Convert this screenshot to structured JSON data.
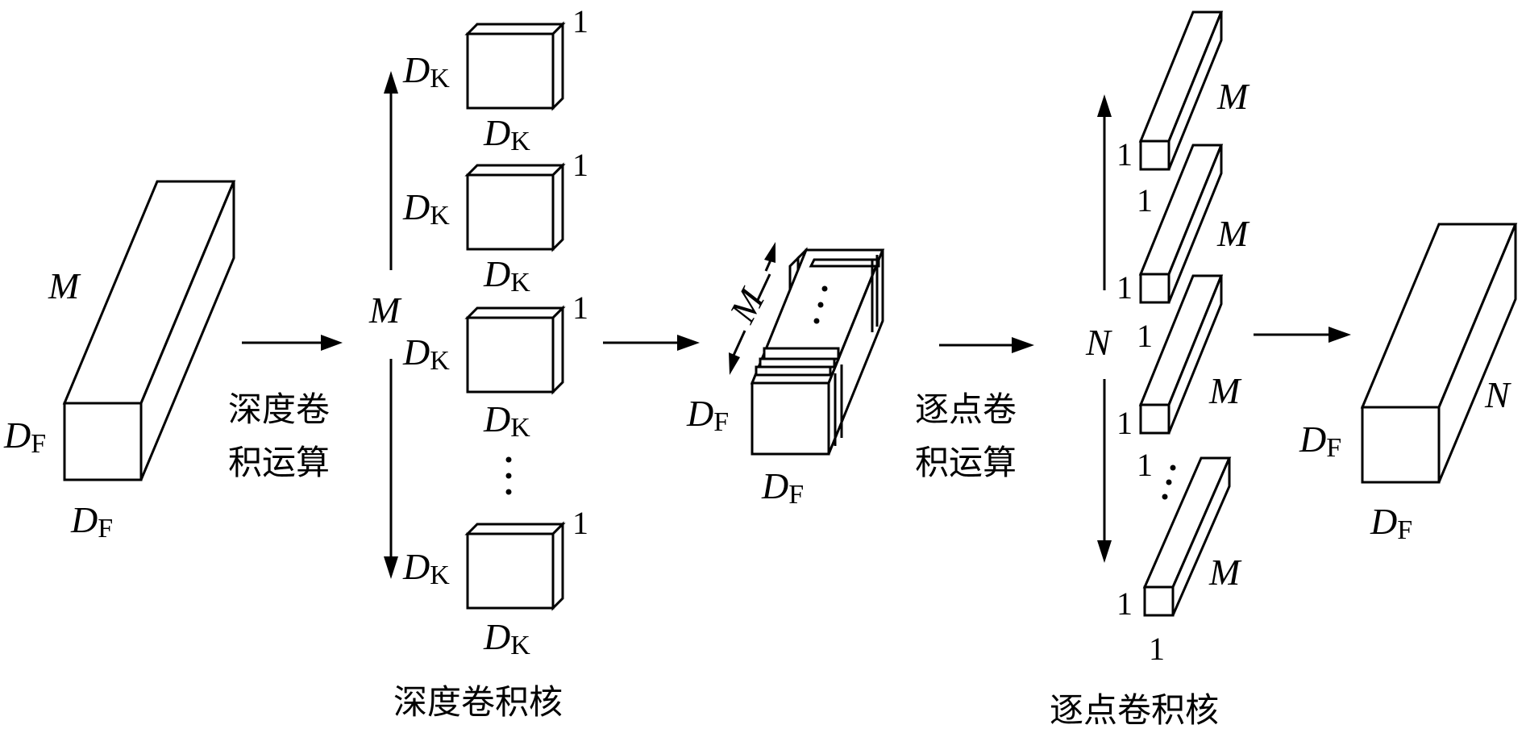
{
  "symbols": {
    "D": "D",
    "sub_K": "K",
    "sub_F": "F",
    "M": "M",
    "N": "N",
    "one": "1",
    "vdots": "⋮"
  },
  "captions": {
    "depthwise_op_line1": "深度卷",
    "depthwise_op_line2": "积运算",
    "pointwise_op_line1": "逐点卷",
    "pointwise_op_line2": "积运算",
    "depthwise_kernels": "深度卷积核",
    "pointwise_kernels": "逐点卷积核"
  }
}
